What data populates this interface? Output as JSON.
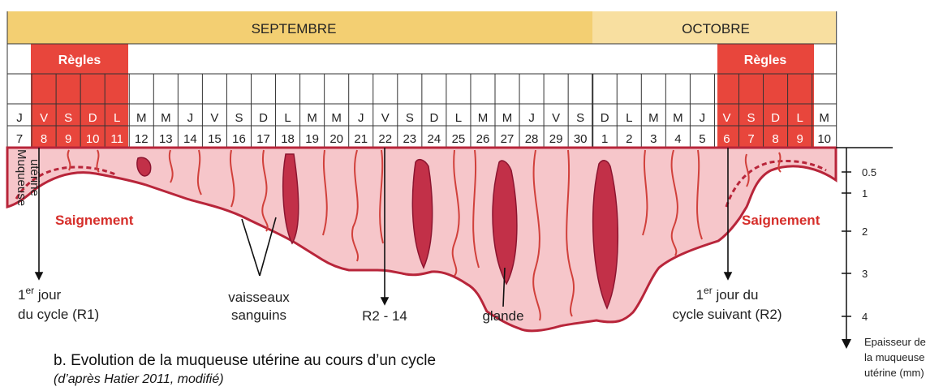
{
  "calendar": {
    "month1": "SEPTEMBRE",
    "month2": "OCTOBRE",
    "regles_label": "Règles",
    "weekdays": [
      "J",
      "V",
      "S",
      "D",
      "L",
      "M",
      "M",
      "J",
      "V",
      "S",
      "D",
      "L",
      "M",
      "M",
      "J",
      "V",
      "S",
      "D",
      "L",
      "M",
      "M",
      "J",
      "V",
      "S",
      "D",
      "L",
      "M",
      "M",
      "J",
      "V",
      "S",
      "D",
      "L",
      "M"
    ],
    "dates": [
      "7",
      "8",
      "9",
      "10",
      "11",
      "12",
      "13",
      "14",
      "15",
      "16",
      "17",
      "18",
      "19",
      "20",
      "21",
      "22",
      "23",
      "24",
      "25",
      "26",
      "27",
      "28",
      "29",
      "30",
      "1",
      "2",
      "3",
      "4",
      "5",
      "6",
      "7",
      "8",
      "9",
      "10"
    ],
    "regles_days_1": [
      1,
      2,
      3,
      4
    ],
    "regles_days_2": [
      29,
      30,
      31,
      32
    ],
    "colors": {
      "month_bar": "#f3cf72",
      "regles": "#e8463c",
      "tissue": "#f6c6ca",
      "tissue_edge": "#b8253a",
      "vessel": "#d1403b",
      "text_red": "#d62e2a"
    }
  },
  "diagram": {
    "side_label_1": "Muqueuse",
    "side_label_2": "utérine",
    "bleeding_left": "Saignement",
    "bleeding_right": "Saignement",
    "label_day1_line1_main": "1",
    "label_day1_line1_sup": "er",
    "label_day1_line1_rest": " jour",
    "label_day1_line2": "du cycle (R1)",
    "label_vessels_1": "vaisseaux",
    "label_vessels_2": "sanguins",
    "label_r2_14": "R2 - 14",
    "label_gland": "glande",
    "label_next_line1_main": "1",
    "label_next_line1_sup": "er",
    "label_next_line1_rest": " jour du",
    "label_next_line2": "cycle suivant (R2)"
  },
  "axis": {
    "ticks": [
      "0.5",
      "1",
      "2",
      "3",
      "4"
    ],
    "title": [
      "Epaisseur de",
      "la muqueuse",
      "utérine (mm)"
    ]
  },
  "caption": {
    "title": "b. Evolution de la muqueuse utérine au cours d’un cycle",
    "source": "(d’après Hatier 2011, modifié)"
  }
}
